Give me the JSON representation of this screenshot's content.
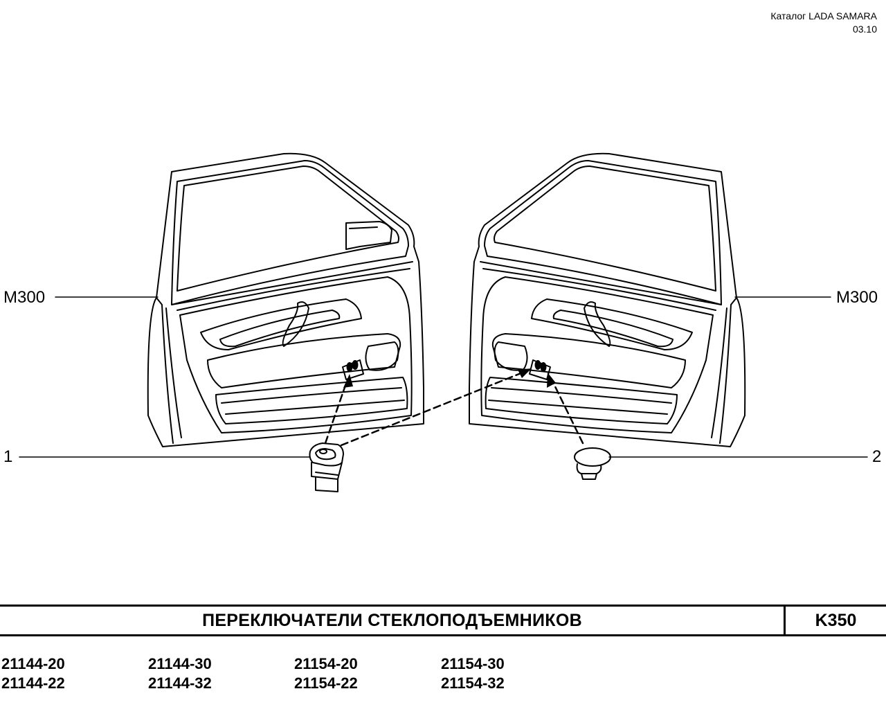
{
  "header": {
    "catalog": "Каталог  LADA SAMARA",
    "date": "03.10"
  },
  "callouts": {
    "left_ref": "M300",
    "right_ref": "M300",
    "part1": "1",
    "part2": "2"
  },
  "title": {
    "text": "ПЕРЕКЛЮЧАТЕЛИ  СТЕКЛОПОДЪЕМНИКОВ",
    "code": "K350"
  },
  "models": [
    [
      "21144-20",
      "21144-30",
      "21154-20",
      "21154-30"
    ],
    [
      "21144-22",
      "21144-32",
      "21154-22",
      "21154-32"
    ]
  ]
}
